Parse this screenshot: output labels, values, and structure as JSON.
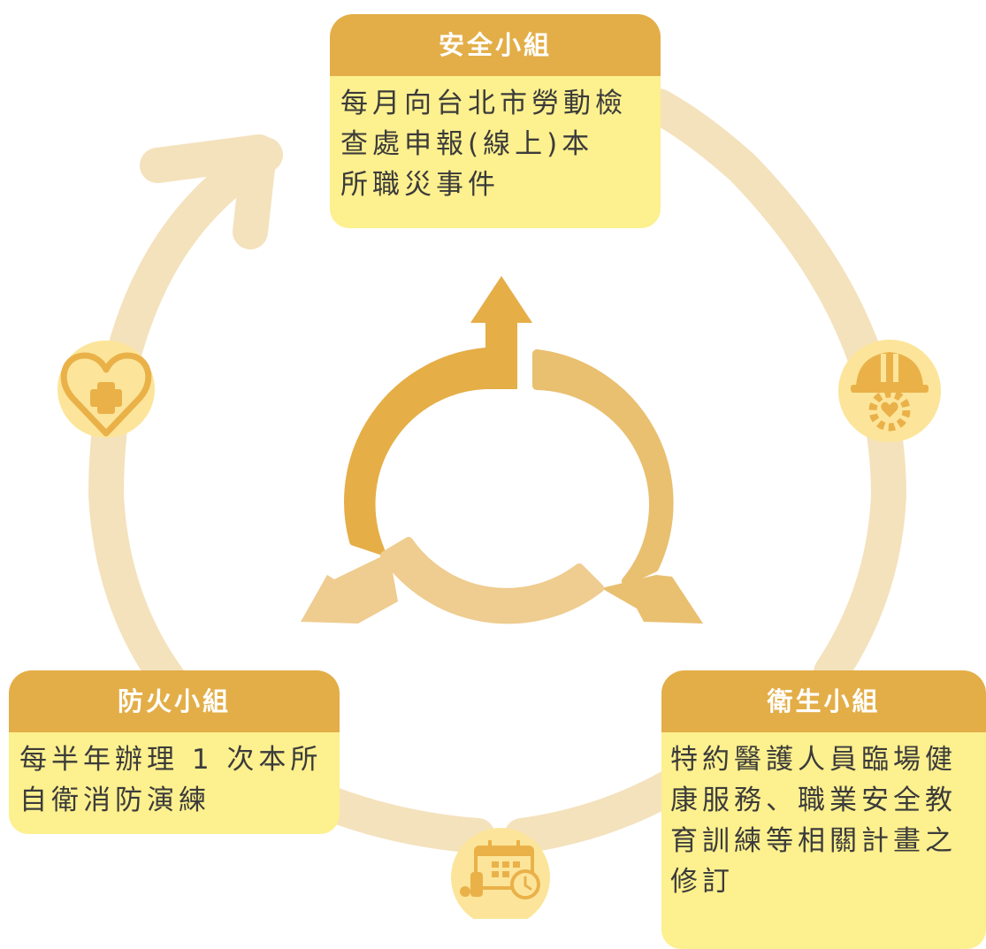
{
  "colors": {
    "ring": "#f4e2bd",
    "arrow_dark": "#e5ae47",
    "arrow_mid": "#e9bf70",
    "arrow_light": "#efcc8f",
    "header": "#e3ae48",
    "body": "#fdf08e",
    "icon_fill": "#fce59a",
    "icon_line": "#eab149"
  },
  "icons": {
    "heart": "heart-medical-icon",
    "helmet": "safety-helmet-gear-icon",
    "calendar": "calendar-clock-extinguisher-icon"
  },
  "groups": {
    "safety": {
      "title": "安全小組",
      "lines": [
        "每月向台北市勞動檢",
        "查處申報(線上)本",
        "所職災事件"
      ]
    },
    "fire": {
      "title": "防火小組",
      "lines": [
        "每半年辦理 1 次本所",
        "自衛消防演練"
      ]
    },
    "health": {
      "title": "衛生小組",
      "lines": [
        "特約醫護人員臨場健",
        "康服務、職業安全教",
        "育訓練等相關計畫之",
        "修訂"
      ]
    }
  }
}
